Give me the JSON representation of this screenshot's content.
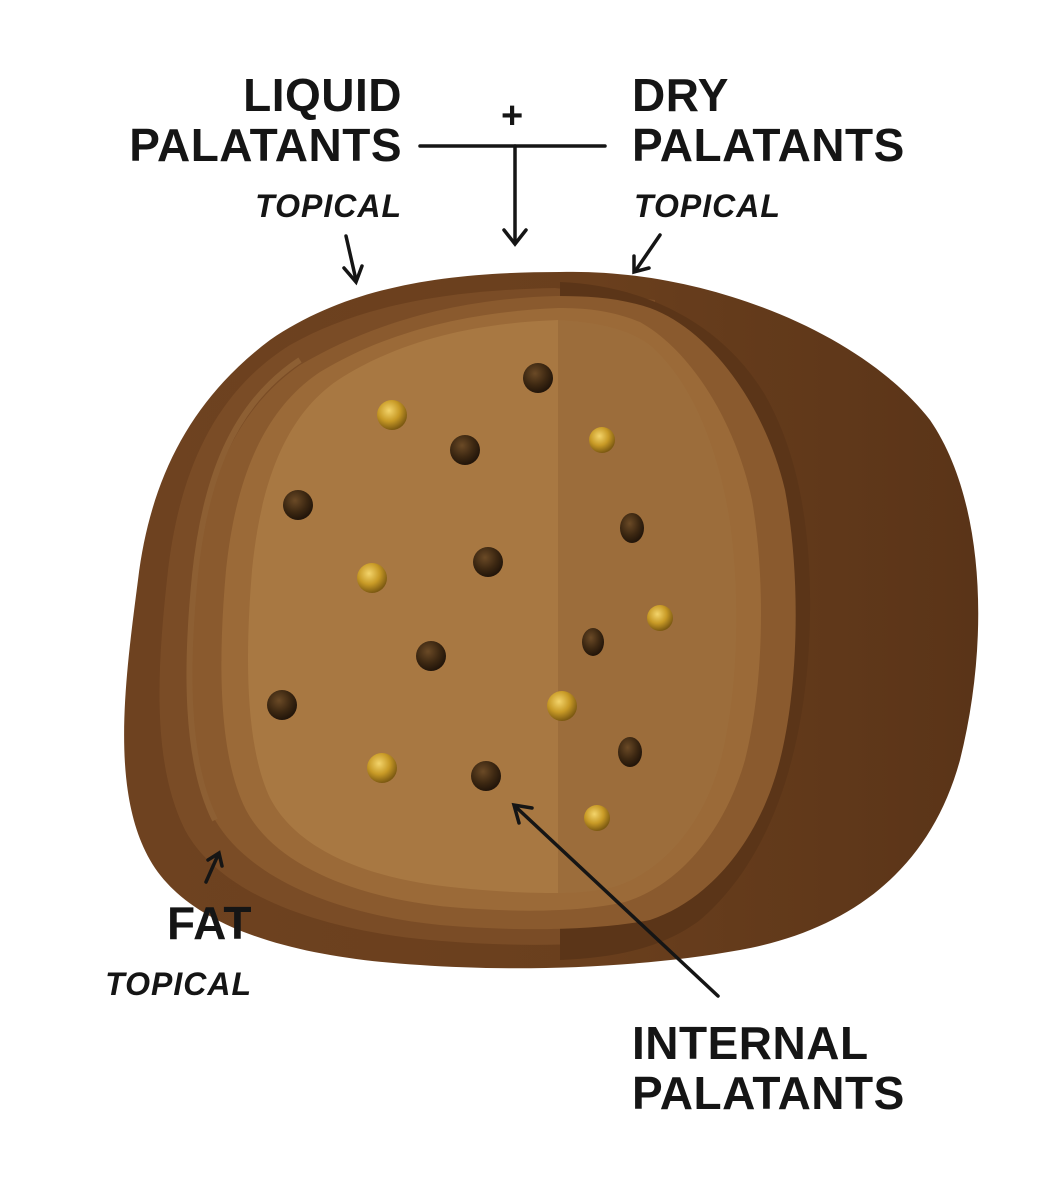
{
  "labels": {
    "liquid": {
      "line1": "LIQUID",
      "line2": "PALATANTS",
      "sub": "TOPICAL"
    },
    "dry": {
      "line1": "DRY",
      "line2": "PALATANTS",
      "sub": "TOPICAL"
    },
    "plus": "+",
    "fat": {
      "line1": "FAT",
      "sub": "TOPICAL"
    },
    "internal": {
      "line1": "INTERNAL",
      "line2": "PALATANTS"
    }
  },
  "colors": {
    "outer_shell": "#6a3f1d",
    "fat_layer": "#7a4c26",
    "ring_dark": "#5b3518",
    "ring_mid": "#8a5a2e",
    "inner_ring": "#9b6a38",
    "core_left": "#a87842",
    "core_right": "#9c6d3b",
    "dark_dot": "#3d2812",
    "gold_dot": "#c89a26",
    "text": "#151515"
  }
}
